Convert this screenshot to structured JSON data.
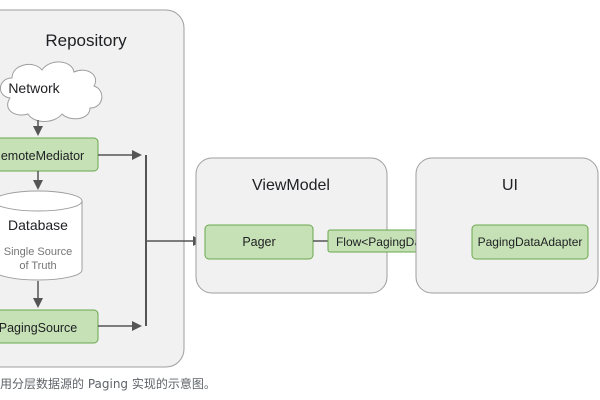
{
  "repository": {
    "title": "Repository",
    "network": "Network",
    "remote_mediator": "RemoteMediator",
    "database": "Database",
    "database_sub_1": "Single Source",
    "database_sub_2": "of Truth",
    "paging_source": "PagingSource"
  },
  "viewmodel": {
    "title": "ViewModel",
    "pager": "Pager"
  },
  "flow_label": "Flow<PagingData>",
  "ui": {
    "title": "UI",
    "adapter": "PagingDataAdapter"
  },
  "caption": "用分层数据源的 Paging 实现的示意图。",
  "colors": {
    "panel_fill": "#f1f1f1",
    "panel_stroke": "#9e9e9e",
    "node_fill": "#c5e1b5",
    "node_stroke": "#6aa84f",
    "arrow": "#555555",
    "text": "#202124",
    "subtext": "#757575"
  }
}
